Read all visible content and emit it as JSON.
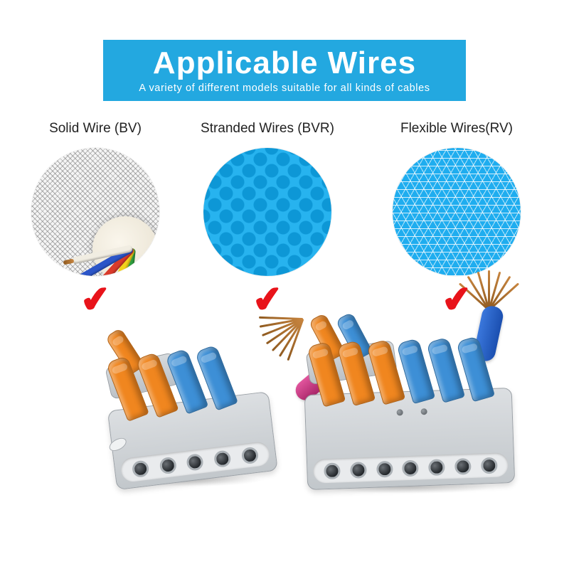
{
  "banner": {
    "title": "Applicable Wires",
    "subtitle": "A variety of different models suitable for all kinds of cables"
  },
  "wire_types": [
    {
      "label": "Solid Wire (BV)"
    },
    {
      "label": "Stranded Wires (BVR)"
    },
    {
      "label": "Flexible Wires(RV)"
    }
  ],
  "check_glyph": "✔",
  "colors": {
    "banner_blue": "#23A8E0",
    "check_red": "#E8131A",
    "lever_orange": "#F0861F",
    "lever_blue": "#3D8FD6",
    "dot_blue_bg": "#27B3EF",
    "dot_blue": "#0D97D6",
    "mesh_blue_bg": "#1FADEF"
  },
  "products": [
    {
      "name": "wire-connector-1-in-4-out",
      "top_levers": [
        "orange"
      ],
      "front_levers": [
        "orange",
        "orange",
        "blue",
        "blue"
      ],
      "holes": 5
    },
    {
      "name": "wire-connector-2-in-6-out",
      "top_levers": [
        "orange",
        "blue"
      ],
      "front_levers": [
        "orange",
        "orange",
        "orange",
        "blue",
        "blue",
        "blue"
      ],
      "holes": 7
    }
  ]
}
